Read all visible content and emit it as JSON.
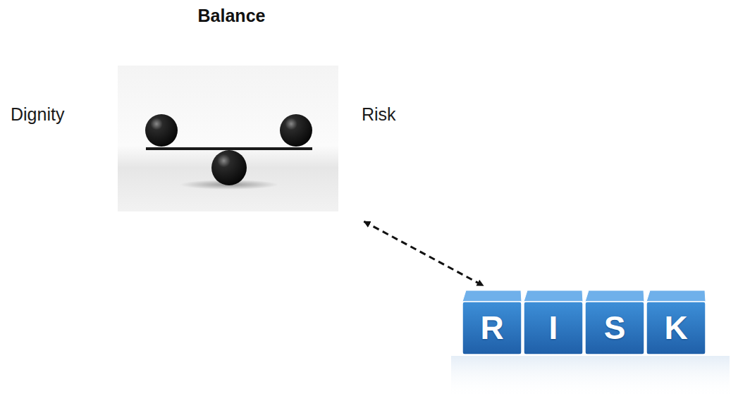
{
  "diagram": {
    "title": "Balance",
    "nodes": [
      {
        "text": [
          "Balance"
        ]
      },
      {
        "text": [
          "R"
        ]
      },
      {
        "text": [
          "I"
        ]
      },
      {
        "text": [
          "S"
        ]
      },
      {
        "text": [
          "K"
        ]
      }
    ],
    "edges": [
      {
        "from": 0,
        "to": 1,
        "arrow": "both"
      }
    ],
    "labels": [
      "Dignity",
      "Risk"
    ]
  }
}
